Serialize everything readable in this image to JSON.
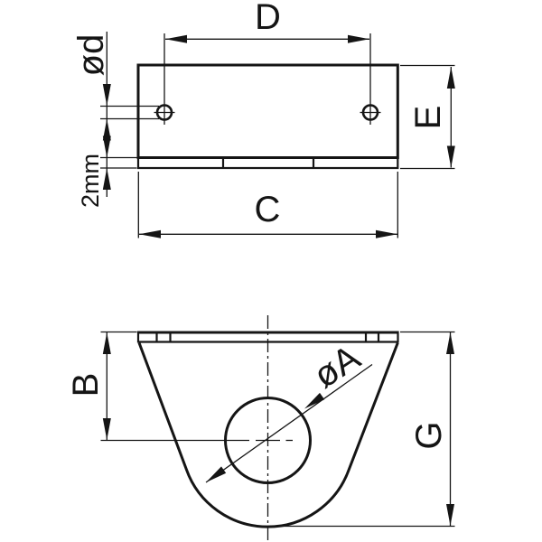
{
  "drawing": {
    "type": "technical-dimension-drawing",
    "views": {
      "top_view": "rectangular mounting plate with two small holes and 2mm bottom flange strip",
      "front_view": "tapered bracket body with rounded bottom and large center hole"
    },
    "labels": {
      "hole_spacing": "D",
      "hole_diameter": "ød",
      "flange_thickness": "2mm",
      "plate_height": "E",
      "overall_width": "C",
      "hole_center_offset": "B",
      "main_hole_diameter": "øA",
      "overall_height": "G"
    }
  },
  "colors": {
    "line": "#151515",
    "background": "#ffffff"
  }
}
